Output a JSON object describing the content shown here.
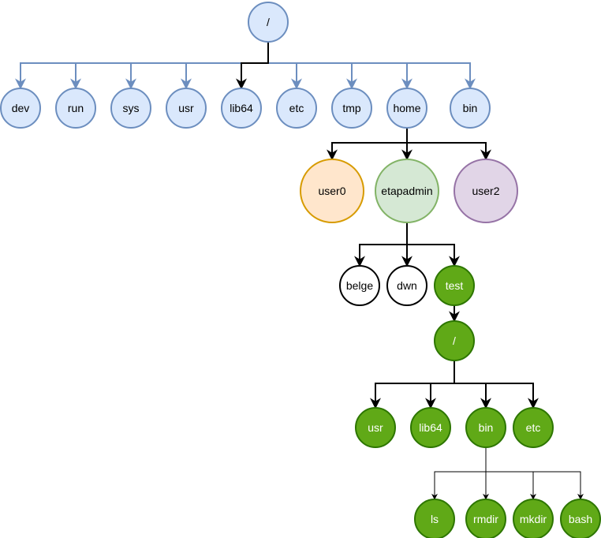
{
  "diagram": {
    "title": "Linux filesystem tree",
    "styles": {
      "blue": {
        "fill": "#dae8fc",
        "stroke": "#6c8ebf",
        "text": "#000000"
      },
      "orange": {
        "fill": "#ffe6cc",
        "stroke": "#d79b00",
        "text": "#000000"
      },
      "green_light": {
        "fill": "#d5e8d4",
        "stroke": "#82b366",
        "text": "#000000"
      },
      "purple": {
        "fill": "#e1d5e7",
        "stroke": "#9673a6",
        "text": "#000000"
      },
      "white": {
        "fill": "#ffffff",
        "stroke": "#000000",
        "text": "#000000"
      },
      "green": {
        "fill": "#60a917",
        "stroke": "#2d7600",
        "text": "#ffffff"
      }
    },
    "nodes": [
      {
        "id": "root",
        "label": "/",
        "style": "blue"
      },
      {
        "id": "dev",
        "label": "dev",
        "style": "blue"
      },
      {
        "id": "run",
        "label": "run",
        "style": "blue"
      },
      {
        "id": "sys",
        "label": "sys",
        "style": "blue"
      },
      {
        "id": "usr",
        "label": "usr",
        "style": "blue"
      },
      {
        "id": "lib64",
        "label": "lib64",
        "style": "blue"
      },
      {
        "id": "etc",
        "label": "etc",
        "style": "blue"
      },
      {
        "id": "tmp",
        "label": "tmp",
        "style": "blue"
      },
      {
        "id": "home",
        "label": "home",
        "style": "blue"
      },
      {
        "id": "bin",
        "label": "bin",
        "style": "blue"
      },
      {
        "id": "user0",
        "label": "user0",
        "style": "orange"
      },
      {
        "id": "etapadmin",
        "label": "etapadmin",
        "style": "green_light"
      },
      {
        "id": "user2",
        "label": "user2",
        "style": "purple"
      },
      {
        "id": "belge",
        "label": "belge",
        "style": "white"
      },
      {
        "id": "dwn",
        "label": "dwn",
        "style": "white"
      },
      {
        "id": "test",
        "label": "test",
        "style": "green"
      },
      {
        "id": "troot",
        "label": "/",
        "style": "green"
      },
      {
        "id": "tusr",
        "label": "usr",
        "style": "green"
      },
      {
        "id": "tlib64",
        "label": "lib64",
        "style": "green"
      },
      {
        "id": "tbin",
        "label": "bin",
        "style": "green"
      },
      {
        "id": "tetc",
        "label": "etc",
        "style": "green"
      },
      {
        "id": "ls",
        "label": "ls",
        "style": "green"
      },
      {
        "id": "rmdir",
        "label": "rmdir",
        "style": "green"
      },
      {
        "id": "mkdir",
        "label": "mkdir",
        "style": "green"
      },
      {
        "id": "bash",
        "label": "bash",
        "style": "green"
      }
    ],
    "edges": [
      {
        "from": "root",
        "to": "dev",
        "color": "blue"
      },
      {
        "from": "root",
        "to": "run",
        "color": "blue"
      },
      {
        "from": "root",
        "to": "sys",
        "color": "blue"
      },
      {
        "from": "root",
        "to": "usr",
        "color": "blue"
      },
      {
        "from": "root",
        "to": "lib64",
        "color": "black"
      },
      {
        "from": "root",
        "to": "etc",
        "color": "blue"
      },
      {
        "from": "root",
        "to": "tmp",
        "color": "blue"
      },
      {
        "from": "root",
        "to": "home",
        "color": "blue"
      },
      {
        "from": "root",
        "to": "bin",
        "color": "blue"
      },
      {
        "from": "home",
        "to": "user0",
        "color": "black"
      },
      {
        "from": "home",
        "to": "etapadmin",
        "color": "black"
      },
      {
        "from": "home",
        "to": "user2",
        "color": "black"
      },
      {
        "from": "etapadmin",
        "to": "belge",
        "color": "black"
      },
      {
        "from": "etapadmin",
        "to": "dwn",
        "color": "black"
      },
      {
        "from": "etapadmin",
        "to": "test",
        "color": "black"
      },
      {
        "from": "test",
        "to": "troot",
        "color": "black"
      },
      {
        "from": "troot",
        "to": "tusr",
        "color": "black"
      },
      {
        "from": "troot",
        "to": "tlib64",
        "color": "black"
      },
      {
        "from": "troot",
        "to": "tbin",
        "color": "black"
      },
      {
        "from": "troot",
        "to": "tetc",
        "color": "black"
      },
      {
        "from": "tbin",
        "to": "ls",
        "color": "thin"
      },
      {
        "from": "tbin",
        "to": "rmdir",
        "color": "thin"
      },
      {
        "from": "tbin",
        "to": "mkdir",
        "color": "thin"
      },
      {
        "from": "tbin",
        "to": "bash",
        "color": "thin"
      }
    ]
  }
}
